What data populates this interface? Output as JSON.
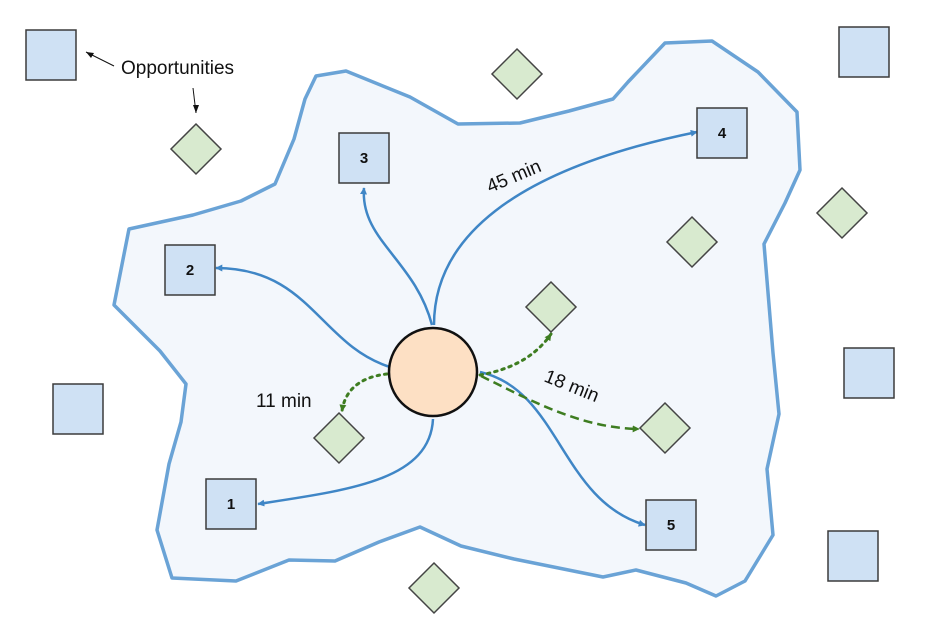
{
  "legend": {
    "label": "Opportunities"
  },
  "reachable": {
    "numbers": [
      "1",
      "2",
      "3",
      "4",
      "5"
    ]
  },
  "times": {
    "t45": "45 min",
    "t18": "18 min",
    "t11": "11 min"
  },
  "colors": {
    "region_fill": "#f3f7fc",
    "region_stroke": "#6aa3d6",
    "square_fill": "#cfe1f4",
    "square_stroke": "#3b3b3b",
    "diamond_fill": "#d8eacf",
    "diamond_stroke": "#444444",
    "blue_arrow": "#3f86c6",
    "green_arrow": "#3e7d21",
    "center_fill": "#fde0c4",
    "center_stroke": "#111111"
  }
}
